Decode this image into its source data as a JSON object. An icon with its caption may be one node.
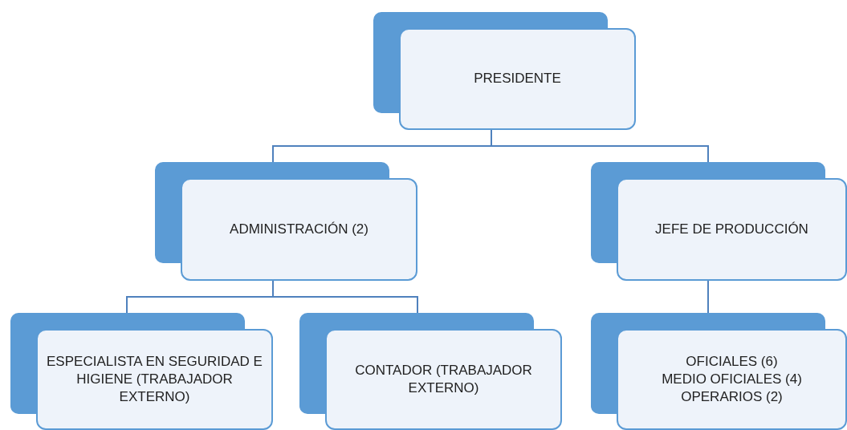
{
  "diagram": {
    "nodes": [
      {
        "text": [
          "PRESIDENTE"
        ]
      },
      {
        "text": [
          "ADMINISTRACIÓN (2)"
        ]
      },
      {
        "text": [
          "JEFE DE PRODUCCIÓN"
        ]
      },
      {
        "text": [
          "ESPECIALISTA EN SEGURIDAD E HIGIENE (TRABAJADOR EXTERNO)"
        ]
      },
      {
        "text": [
          "CONTADOR (TRABAJADOR EXTERNO)"
        ]
      },
      {
        "text": [
          "OFICIALES (6)",
          "MEDIO OFICIALES (4)",
          "OPERARIOS (2)"
        ]
      }
    ],
    "edges": [
      {
        "from": 0,
        "to": 1,
        "arrow": "none"
      },
      {
        "from": 0,
        "to": 2,
        "arrow": "none"
      },
      {
        "from": 1,
        "to": 3,
        "arrow": "none"
      },
      {
        "from": 1,
        "to": 4,
        "arrow": "none"
      },
      {
        "from": 2,
        "to": 5,
        "arrow": "none"
      }
    ]
  }
}
